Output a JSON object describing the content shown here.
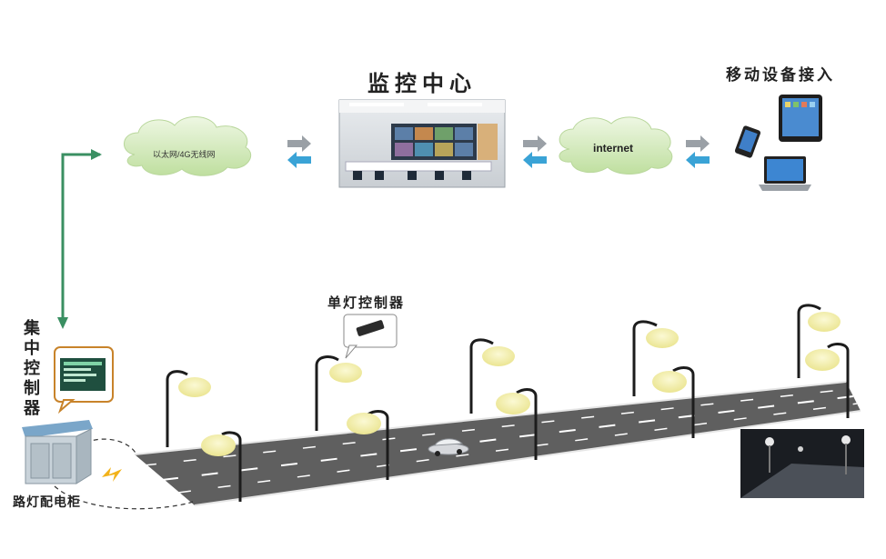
{
  "titles": {
    "monitor_center": "监控中心",
    "mobile_access": "移动设备接入",
    "single_lamp_controller": "单灯控制器",
    "concentrator": "集中控制器",
    "distribution_cabinet": "路灯配电柜"
  },
  "clouds": {
    "ethernet": "以太网/4G无线网",
    "internet": "internet"
  },
  "colors": {
    "arrow_green": "#3a8f62",
    "cloud_green": "#d8ecc2",
    "road_gray": "#5f5f5f",
    "lamp_glow": "#f3f0b0",
    "arrow_blue": "#3aa3d6"
  },
  "icons": [
    "monitor-room-photo",
    "phone-icon",
    "tablet-icon",
    "laptop-icon",
    "controller-device-icon",
    "cabinet-icon",
    "car-icon",
    "night-road-photo",
    "lightning-icon"
  ]
}
